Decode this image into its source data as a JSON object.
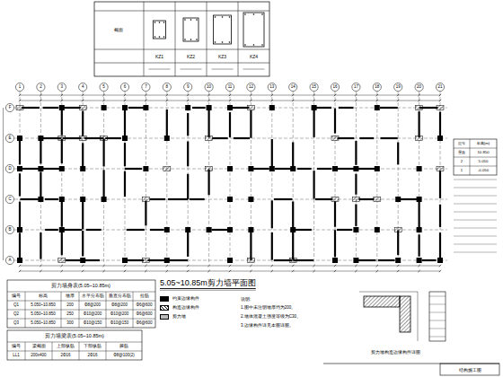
{
  "diagram": {
    "title": "5.05~10.85m剪力墙平面图",
    "labels": [
      "KZ1",
      "KZ2",
      "KZ3",
      "KZ4",
      "截面",
      "1",
      "2",
      "3",
      "4",
      "5",
      "6",
      "7",
      "8",
      "9",
      "10",
      "11",
      "12",
      "13",
      "14",
      "15",
      "16",
      "17",
      "18",
      "19",
      "20",
      "21",
      "A",
      "B",
      "C",
      "D",
      "E",
      "F",
      "剪力墙身表(5.05~10.85m)",
      "编号",
      "标高",
      "墙厚",
      "水平分布筋",
      "垂直分布筋",
      "拉筋",
      "Q1",
      "5.050~10.850",
      "200",
      "Φ8@200",
      "Φ8@200",
      "Φ6@600",
      "Q2",
      "5.050~10.850",
      "250",
      "Φ10@200",
      "Φ10@200",
      "Φ6@600",
      "Q3",
      "5.050~10.850",
      "300",
      "Φ10@150",
      "Φ10@150",
      "Φ6@600",
      "剪力墙梁表(5.05~10.85m)",
      "编号",
      "梁截面",
      "上部纵筋",
      "下部纵筋",
      "箍筋",
      "LL1",
      "200x400",
      "2Φ16",
      "2Φ16",
      "Φ8@100(2)",
      "层号",
      "标高(m)",
      "屋面",
      "10.850",
      "2",
      "5.050",
      "1",
      "-0.050",
      "说明:",
      "1.图中未注明墙厚均为200。",
      "2.墙体混凝土强度等级为C30。",
      "3.边缘构件详见本图详图。",
      "剪力墙构造边缘构件详图",
      "结构施工图"
    ],
    "legend": [
      {
        "text": "约束边缘构件"
      },
      {
        "text": "构造边缘构件"
      },
      {
        "text": "剪力墙"
      }
    ]
  }
}
